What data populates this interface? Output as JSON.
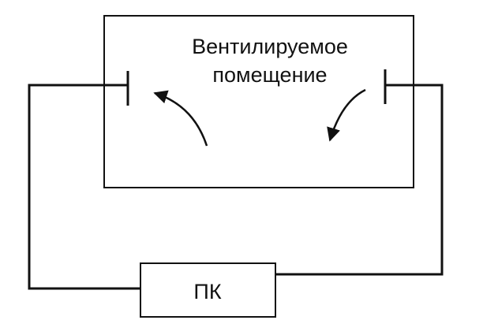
{
  "room": {
    "label_line1": "Вентилируемое",
    "label_line2": "помещение"
  },
  "pc_box": {
    "label": "ПК"
  },
  "colors": {
    "line": "#111111",
    "background": "#ffffff"
  }
}
